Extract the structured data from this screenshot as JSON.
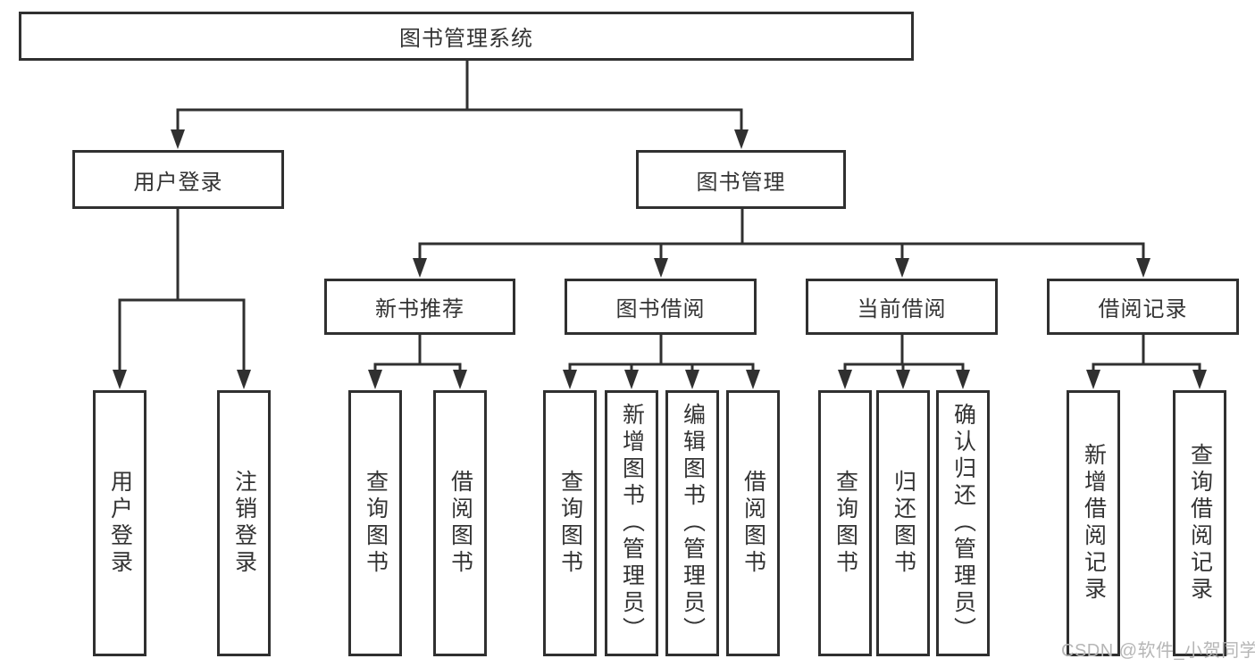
{
  "tree": {
    "root": {
      "label": "图书管理系统"
    },
    "branches": [
      {
        "label": "用户登录",
        "children": [
          {
            "label": "用户登录"
          },
          {
            "label": "注销登录"
          }
        ]
      },
      {
        "label": "图书管理",
        "children": [
          {
            "label": "新书推荐",
            "children": [
              {
                "label": "查询图书"
              },
              {
                "label": "借阅图书"
              }
            ]
          },
          {
            "label": "图书借阅",
            "children": [
              {
                "label": "查询图书"
              },
              {
                "label": "新增图书（管理员）"
              },
              {
                "label": "编辑图书（管理员）"
              },
              {
                "label": "借阅图书"
              }
            ]
          },
          {
            "label": "当前借阅",
            "children": [
              {
                "label": "查询图书"
              },
              {
                "label": "归还图书"
              },
              {
                "label": "确认归还（管理员）"
              }
            ]
          },
          {
            "label": "借阅记录",
            "children": [
              {
                "label": "新增借阅记录"
              },
              {
                "label": "查询借阅记录"
              }
            ]
          }
        ]
      }
    ]
  },
  "watermark": {
    "text": "CSDN @软件_小贺同学"
  },
  "colors": {
    "line": "#303030",
    "text": "#333333",
    "watermark": "#b6b6b6",
    "background": "#ffffff"
  }
}
